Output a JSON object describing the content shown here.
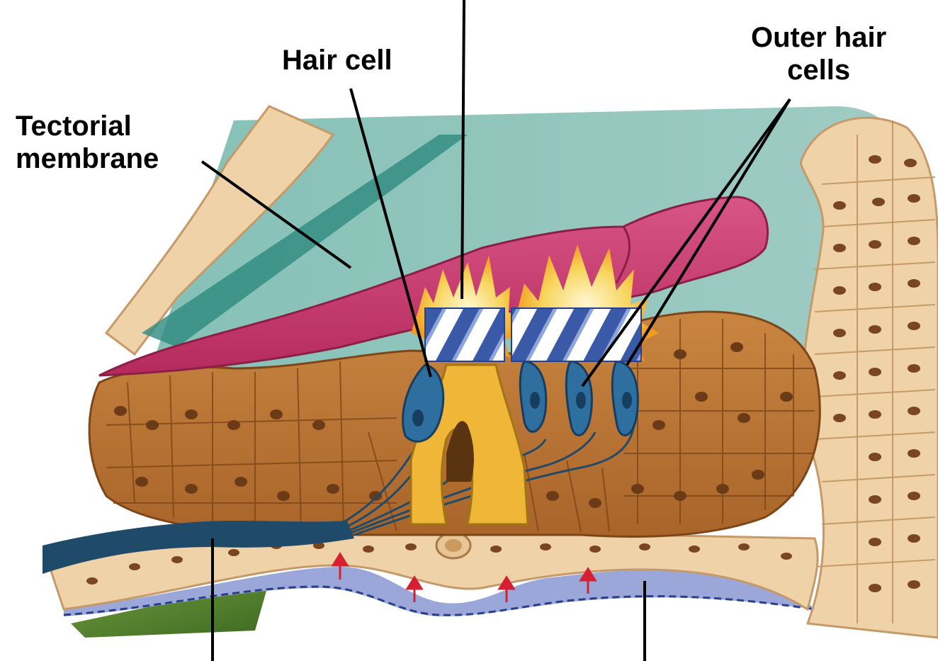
{
  "labels": {
    "hair_cell": "Hair cell",
    "tectorial_line1": "Tectorial",
    "tectorial_line2": "membrane",
    "outer_line1": "Outer hair",
    "outer_line2": "cells"
  },
  "colors": {
    "tectorial_membrane": "#c73466",
    "organ_cells": "#b8702e",
    "bone_tissue": "#efd2a8",
    "fluid": "#8fc3b9",
    "hair_cells": "#2f6fa0",
    "pillar_cells": "#efb637",
    "basilar_membrane": "#9aa7d8",
    "nerve_fibers": "#1f4a6a",
    "stimulus_burst": "#f6c13a",
    "movement_arrows": "#d42030"
  }
}
